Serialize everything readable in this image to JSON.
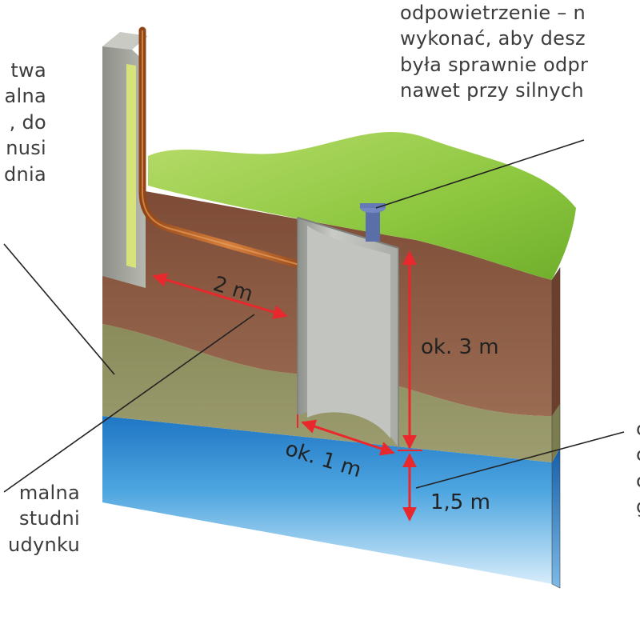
{
  "labels": {
    "left_top": [
      "twa",
      "alna",
      ", do",
      "nusi",
      "dnia"
    ],
    "left_bottom": [
      "malna",
      "studni",
      "udynku"
    ],
    "top_right": [
      "odpowietrzenie – n",
      "wykonać, aby desz",
      "była sprawnie odpr",
      "nawet przy silnych"
    ],
    "right_edge": [
      "c",
      "c",
      "c",
      "g"
    ]
  },
  "dimensions": {
    "distance": "2 m",
    "depth": "ok. 3 m",
    "diameter": "ok. 1 m",
    "clearance": "1,5 m"
  },
  "colors": {
    "arrow": "#e8282c",
    "grass": "#8cc63e",
    "soil": "#8a5a44",
    "clay": "#8f9162",
    "water": "#2f8fd0",
    "pipe": "#c0692c",
    "ring": "#b7b9b4"
  }
}
